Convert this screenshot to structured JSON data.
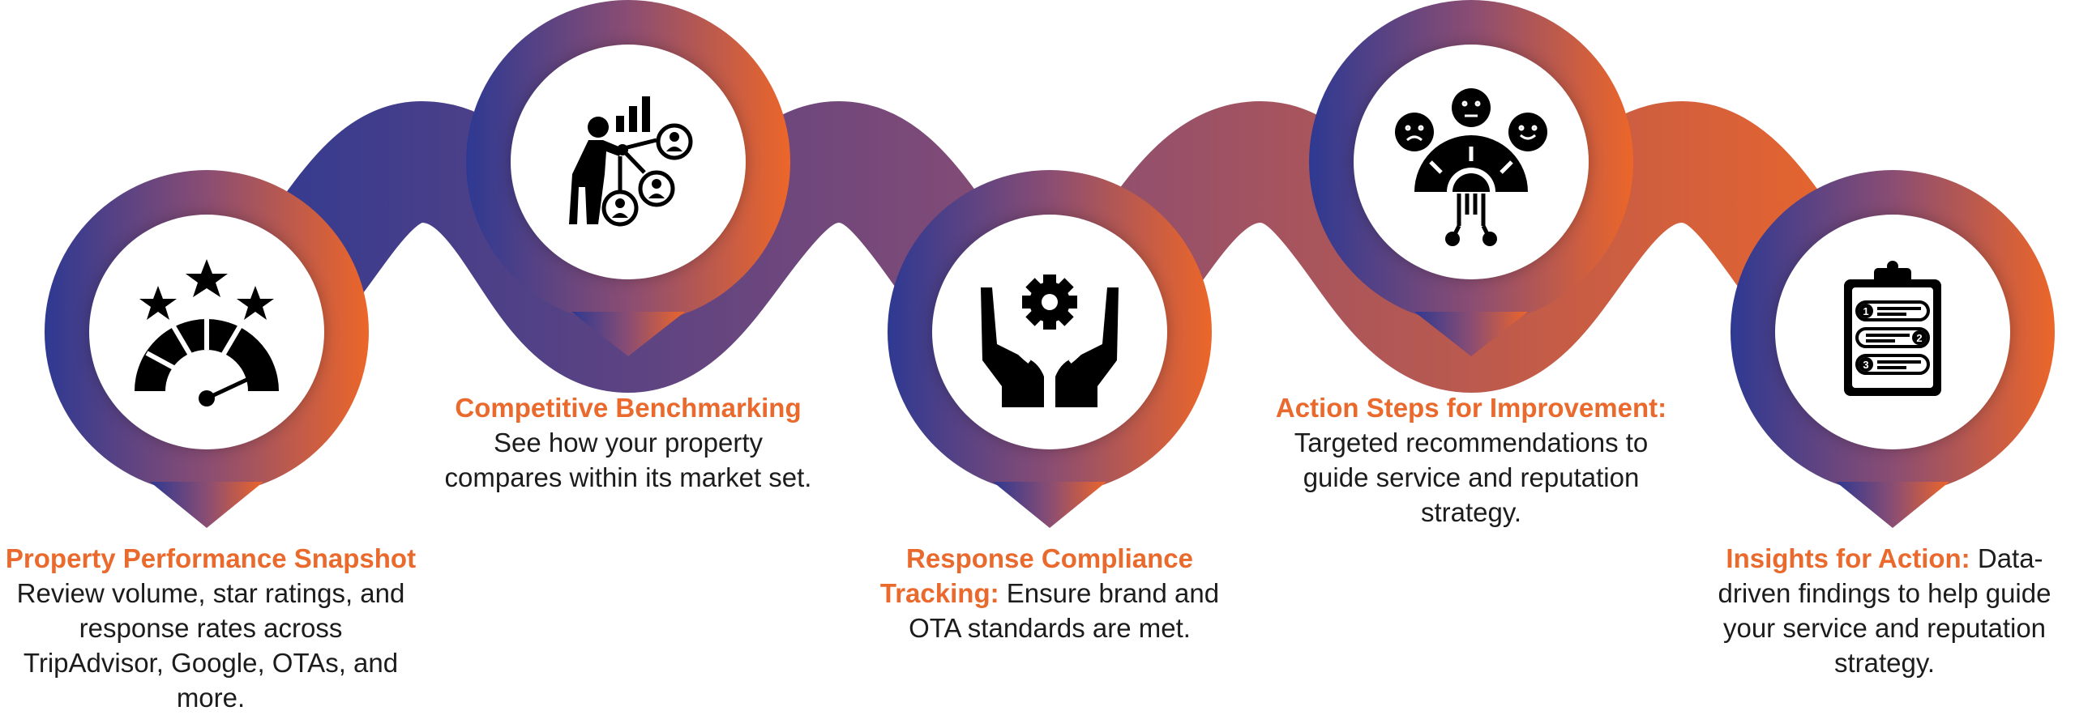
{
  "colors": {
    "gradient_start": "#2E3992",
    "gradient_mid": "#8A4D73",
    "gradient_end": "#EC6629",
    "title_orange": "#EA6A2E",
    "body_text": "#1C1C1C",
    "icon": "#000000"
  },
  "steps": [
    {
      "title": "Property Performance Snapshot",
      "body": "Review volume, star ratings, and response rates across TripAdvisor, Google, OTAs, and more.",
      "icon": "speedometer-rating-icon"
    },
    {
      "title": "Competitive Benchmarking",
      "body": "See how your property compares within its market set.",
      "icon": "benchmark-presenter-icon"
    },
    {
      "title": "Response Compliance Tracking:",
      "body": " Ensure brand and OTA standards are met.",
      "icon": "hands-gear-icon"
    },
    {
      "title": "Action Steps for Improvement:",
      "body": "Targeted recommendations to guide service and reputation strategy.",
      "icon": "sentiment-gauge-icon"
    },
    {
      "title": "Insights for Action:",
      "body": " Data-driven findings to help guide your service and reputation strategy.",
      "icon": "numbered-checklist-icon"
    }
  ]
}
